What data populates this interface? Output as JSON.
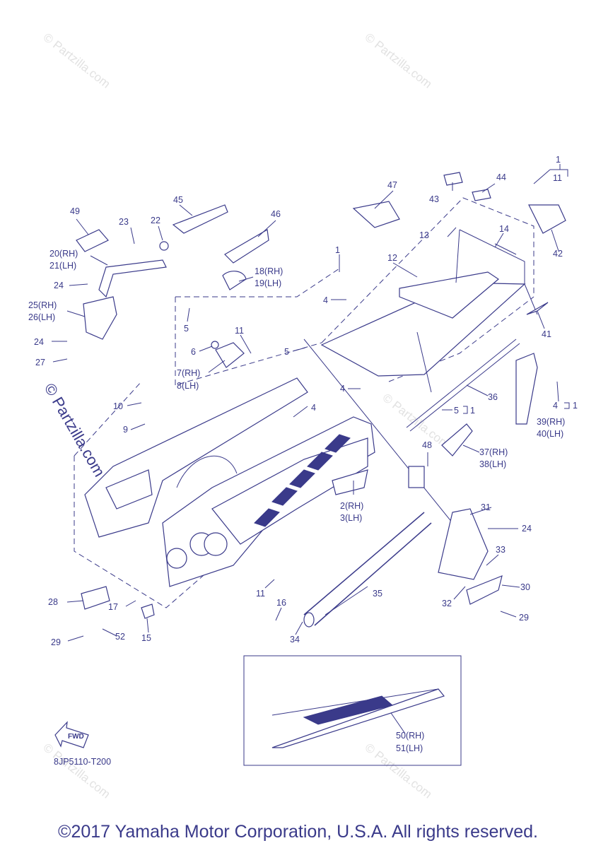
{
  "watermark": "© Partzilla.com",
  "diagram_code": "8JP5110-T200",
  "fwd_label": "FWD",
  "copyright": "©2017 Yamaha Motor Corporation, U.S.A. All rights reserved.",
  "colors": {
    "line": "#3a3a8a",
    "background": "#ffffff",
    "watermark": "#e2e2e2"
  },
  "callouts": {
    "c1a": "1",
    "c11a": "11",
    "c43": "43",
    "c44": "44",
    "c47": "47",
    "c45": "45",
    "c46": "46",
    "c49": "49",
    "c23": "23",
    "c22": "22",
    "c20": "20(RH)",
    "c21": "21(LH)",
    "c18": "18(RH)",
    "c19": "19(LH)",
    "c1b": "1",
    "c12": "12",
    "c13": "13",
    "c14": "14",
    "c42": "42",
    "c24a": "24",
    "c25": "25(RH)",
    "c26": "26(LH)",
    "c4a": "4",
    "c5a": "5",
    "c6": "6",
    "c11b": "11",
    "c5b": "5",
    "c41": "41",
    "c7": "7(RH)",
    "c8": "8(LH)",
    "c24b": "24",
    "c27": "27",
    "c4b": "4",
    "c36": "36",
    "c4c": "4",
    "c1c": "1",
    "c5c": "5",
    "c1d": "1",
    "c39": "39(RH)",
    "c40": "40(LH)",
    "c10": "10",
    "c9": "9",
    "c4d": "4",
    "c48": "48",
    "c37": "37(RH)",
    "c38": "38(LH)",
    "c2": "2(RH)",
    "c3": "3(LH)",
    "c31": "31",
    "c24c": "24",
    "c33": "33",
    "c11c": "11",
    "c35": "35",
    "c30": "30",
    "c28": "28",
    "c17": "17",
    "c16": "16",
    "c32": "32",
    "c29a": "29",
    "c29b": "29",
    "c52": "52",
    "c15": "15",
    "c34": "34",
    "c50": "50(RH)",
    "c51": "51(LH)"
  }
}
